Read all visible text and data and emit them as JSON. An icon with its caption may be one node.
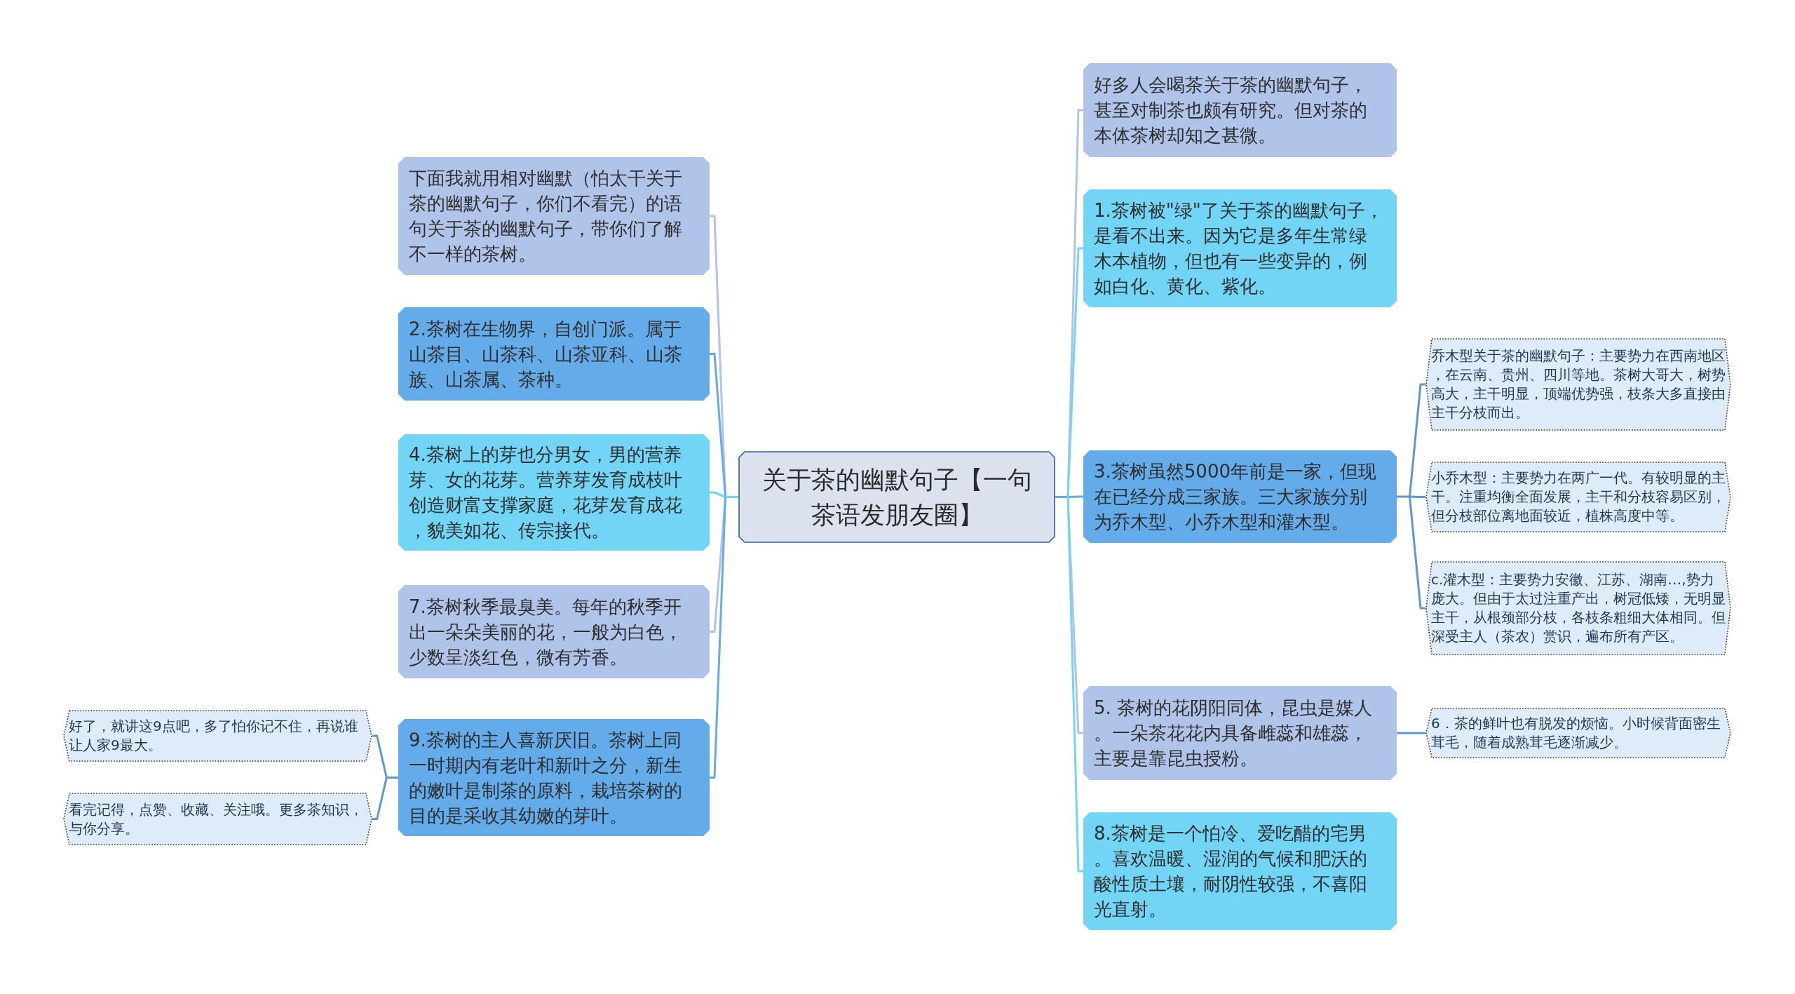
{
  "diagram": {
    "nodes": [
      {
        "text": [
          "关于茶的幽默句子【一句茶语发朋友圈】"
        ]
      },
      {
        "text": [
          "下面我就用相对幽默（怕太干关于茶的幽默句子，你们不看完）的语句关于茶的幽默句子，带你们了解不一样的茶树。"
        ]
      },
      {
        "text": [
          "2.茶树在生物界，自创门派。属于山茶目、山茶科、山茶亚科、山茶族、山茶属、茶种。"
        ]
      },
      {
        "text": [
          "4.茶树上的芽也分男女，男的营养芽、女的花芽。营养芽发育成枝叶创造财富支撑家庭，花芽发育成花，貌美如花、传宗接代。"
        ]
      },
      {
        "text": [
          "7.茶树秋季最臭美。每年的秋季开出一朵朵美丽的花，一般为白色，少数呈淡红色，微有芳香。"
        ]
      },
      {
        "text": [
          "9.茶树的主人喜新厌旧。茶树上同一时期内有老叶和新叶之分，新生的嫩叶是制茶的原料，栽培茶树的目的是采收其幼嫩的芽叶。"
        ]
      },
      {
        "text": [
          "好了，就讲这9点吧，多了怕你记不住，再说谁让人家9最大。"
        ]
      },
      {
        "text": [
          "看完记得，点赞、收藏、关注哦。更多茶知识，与你分享。"
        ]
      },
      {
        "text": [
          "好多人会喝茶关于茶的幽默句子，甚至对制茶也颇有研究。但对茶的本体茶树却知之甚微。"
        ]
      },
      {
        "text": [
          "1.茶树被\"绿\"了关于茶的幽默句子，是看不出来。因为它是多年生常绿木本植物，但也有一些变异的，例如白化、黄化、紫化。"
        ]
      },
      {
        "text": [
          "3.茶树虽然5000年前是一家，但现在已经分成三家族。三大家族分别为乔木型、小乔木型和灌木型。"
        ]
      },
      {
        "text": [
          "5. 茶树的花阴阳同体，昆虫是媒人。一朵茶花花内具备雌蕊和雄蕊，主要是靠昆虫授粉。"
        ]
      },
      {
        "text": [
          "8.茶树是一个怕冷、爱吃醋的宅男。喜欢温暖、湿润的气候和肥沃的酸性质土壤，耐阴性较强，不喜阳光直射。"
        ]
      },
      {
        "text": [
          "乔木型关于茶的幽默句子：主要势力在西南地区，在云南、贵州、四川等地。茶树大哥大，树势高大，主干明显，顶端优势强，枝条大多直接由主干分枝而出。"
        ]
      },
      {
        "text": [
          "小乔木型：主要势力在两广一代。有较明显的主干。注重均衡全面发展，主干和分枝容易区别，但分枝部位离地面较近，植株高度中等。"
        ]
      },
      {
        "text": [
          "c.灌木型：主要势力安徽、江苏、湖南…,势力庞大。但由于太过注重产出，树冠低矮，无明显主干，从根颈部分枝，各枝条粗细大体相同。但深受主人（茶农）赏识，遍布所有产区。"
        ]
      },
      {
        "text": [
          "6．茶的鲜叶也有脱发的烦恼。小时候背面密生茸毛，随着成熟茸毛逐渐减少。"
        ]
      }
    ],
    "edges": [
      {
        "from": 0,
        "to": 1,
        "arrow": "none",
        "color": "#afc4e8"
      },
      {
        "from": 0,
        "to": 2,
        "arrow": "none",
        "color": "#64abea"
      },
      {
        "from": 0,
        "to": 3,
        "arrow": "none",
        "color": "#72d5f5"
      },
      {
        "from": 0,
        "to": 4,
        "arrow": "none",
        "color": "#afc4e8"
      },
      {
        "from": 0,
        "to": 5,
        "arrow": "none",
        "color": "#64abea"
      },
      {
        "from": 5,
        "to": 6,
        "arrow": "none"
      },
      {
        "from": 5,
        "to": 7,
        "arrow": "none"
      },
      {
        "from": 0,
        "to": 8,
        "arrow": "none",
        "color": "#afc4e8"
      },
      {
        "from": 0,
        "to": 9,
        "arrow": "none",
        "color": "#72d5f5"
      },
      {
        "from": 0,
        "to": 10,
        "arrow": "none",
        "color": "#64abea"
      },
      {
        "from": 0,
        "to": 11,
        "arrow": "none",
        "color": "#afc4e8"
      },
      {
        "from": 0,
        "to": 12,
        "arrow": "none",
        "color": "#72d5f5"
      },
      {
        "from": 10,
        "to": 13,
        "arrow": "none"
      },
      {
        "from": 10,
        "to": 14,
        "arrow": "none"
      },
      {
        "from": 10,
        "to": 15,
        "arrow": "none"
      },
      {
        "from": 11,
        "to": 16,
        "arrow": "none"
      }
    ]
  }
}
